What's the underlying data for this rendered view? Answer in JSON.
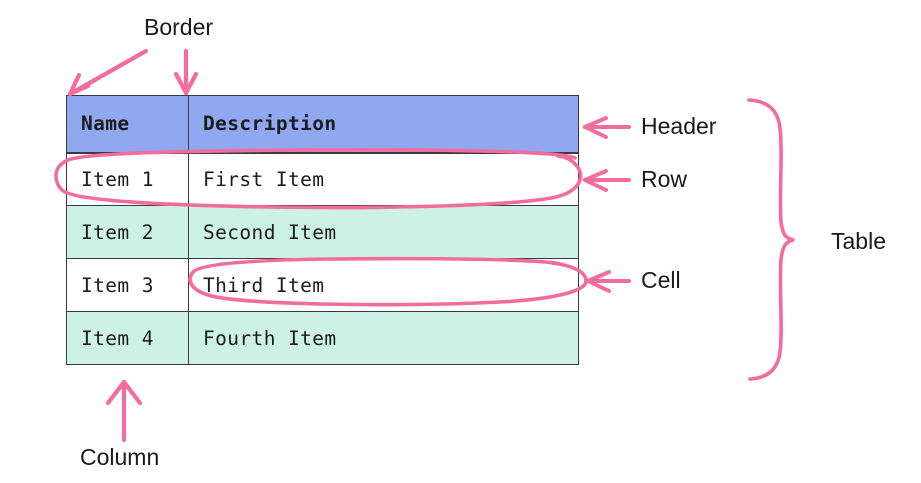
{
  "palette": {
    "header_bg": "#8FA8F0",
    "row_odd_bg": "#FFFFFF",
    "row_even_bg": "#CCF2E6",
    "border": "#3A3A3A",
    "ink_pink": "#F26D9D",
    "text": "#1C1C1C",
    "page_bg": "#FFFFFF"
  },
  "table": {
    "columns": [
      "Name",
      "Description"
    ],
    "rows": [
      {
        "name": "Item 1",
        "description": "First Item"
      },
      {
        "name": "Item 2",
        "description": "Second Item"
      },
      {
        "name": "Item 3",
        "description": "Third Item"
      },
      {
        "name": "Item 4",
        "description": "Fourth Item"
      }
    ]
  },
  "annotations": {
    "border": "Border",
    "header": "Header",
    "row": "Row",
    "cell": "Cell",
    "table": "Table",
    "column": "Column"
  }
}
